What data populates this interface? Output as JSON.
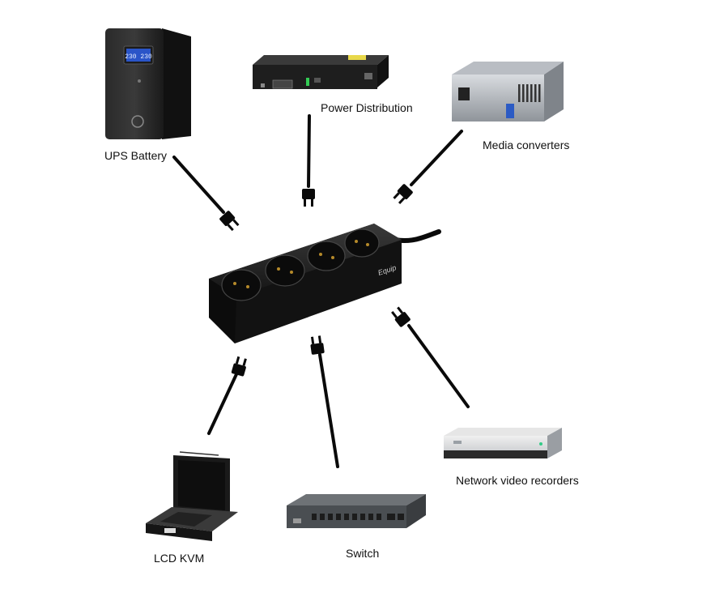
{
  "diagram": {
    "center": {
      "name": "Power strip",
      "brand_mark": "Equip"
    },
    "devices": [
      {
        "id": "ups",
        "label": "UPS Battery",
        "display": "230 230"
      },
      {
        "id": "pdu",
        "label": "Power Distribution"
      },
      {
        "id": "media",
        "label": "Media converters"
      },
      {
        "id": "kvm",
        "label": "LCD KVM"
      },
      {
        "id": "switch",
        "label": "Switch"
      },
      {
        "id": "nvr",
        "label": "Network video recorders"
      }
    ]
  },
  "colors": {
    "cable": "#0a0a0a",
    "strip_body": "#1c1c1c",
    "device_dark": "#232323",
    "device_silver": "#b8bcc2",
    "lcd_screen": "#2a55c8"
  }
}
